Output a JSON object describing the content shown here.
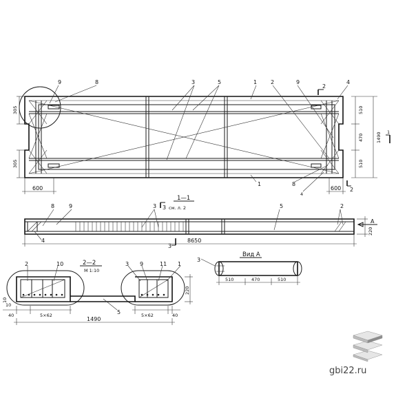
{
  "plan": {
    "callouts": [
      "9",
      "8",
      "3",
      "5",
      "1",
      "2",
      "9",
      "4",
      "1",
      "8",
      "4"
    ],
    "section_mark": {
      "label": "2",
      "label2": "2"
    },
    "dims_left": [
      "305",
      "305"
    ],
    "dims_right": [
      "510",
      "470",
      "510"
    ],
    "overall_width": "1490",
    "dims_bottom": [
      "600",
      "600"
    ],
    "mark_right": "1"
  },
  "section_1_1": {
    "title": "1—1",
    "callouts": [
      "8",
      "9",
      "3",
      "5",
      "2",
      "4"
    ],
    "sm_ref_num": "3",
    "sm_ref": "см. л. 2",
    "length": "8650",
    "length_mark": "3",
    "height": "220",
    "view_arrow": "A"
  },
  "section_2_2": {
    "title": "2—2",
    "scale": "М 1:10",
    "callouts_left": [
      "2",
      "10"
    ],
    "callouts_right": [
      "3",
      "9",
      "11",
      "1"
    ],
    "dims_left": [
      "10",
      "10",
      "40",
      "5×62"
    ],
    "dims_right": [
      "5×62",
      "40"
    ],
    "width": "1490",
    "callout_mid": "5",
    "height": "220"
  },
  "view_a": {
    "title": "Вид А",
    "callout": "3",
    "dims": [
      "510",
      "470",
      "510"
    ]
  },
  "watermark": {
    "text": "gbi22.ru"
  },
  "colors": {
    "ink": "#1a1a1a",
    "paper": "#ffffff",
    "logo_top": "#e6e6e6",
    "logo_mid": "#bcbcbc",
    "logo_bot": "#8c8c8c"
  }
}
